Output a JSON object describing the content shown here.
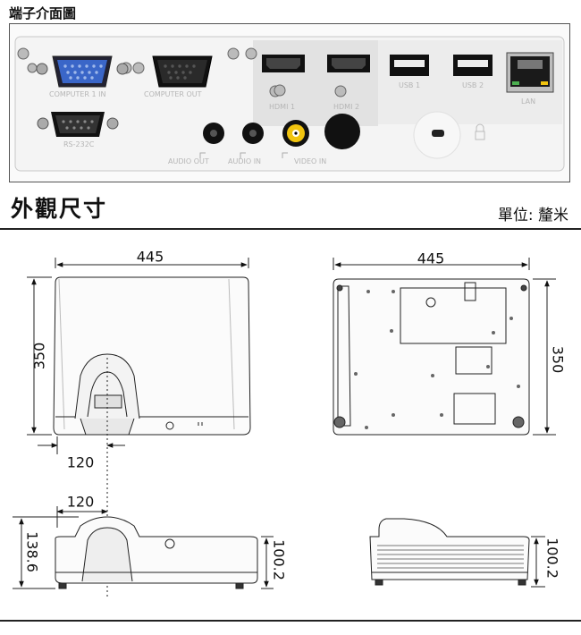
{
  "section": {
    "title": "端子介面圖"
  },
  "ports": {
    "computer_in": "COMPUTER 1 IN",
    "computer_out": "COMPUTER OUT",
    "rs232c": "RS-232C",
    "audio_out": "AUDIO OUT",
    "audio_in": "AUDIO IN",
    "video_in": "VIDEO IN",
    "hdmi1": "HDMI 1",
    "hdmi2": "HDMI 2",
    "usb1": "USB 1",
    "usb2": "USB 2",
    "lan": "LAN"
  },
  "dimensions": {
    "header": "外觀尺寸",
    "unit": "單位: 釐米",
    "top_width": "445",
    "top_depth": "350",
    "lens_offset_top": "120",
    "lens_offset_front": "120",
    "front_height_total": "138.6",
    "front_height_body": "100.2",
    "bottom_width": "445",
    "bottom_depth": "350",
    "side_height_body": "100.2"
  },
  "colors": {
    "vga_blue": "#3a66c8",
    "panel_bg": "#fafafa",
    "line": "#222222"
  }
}
